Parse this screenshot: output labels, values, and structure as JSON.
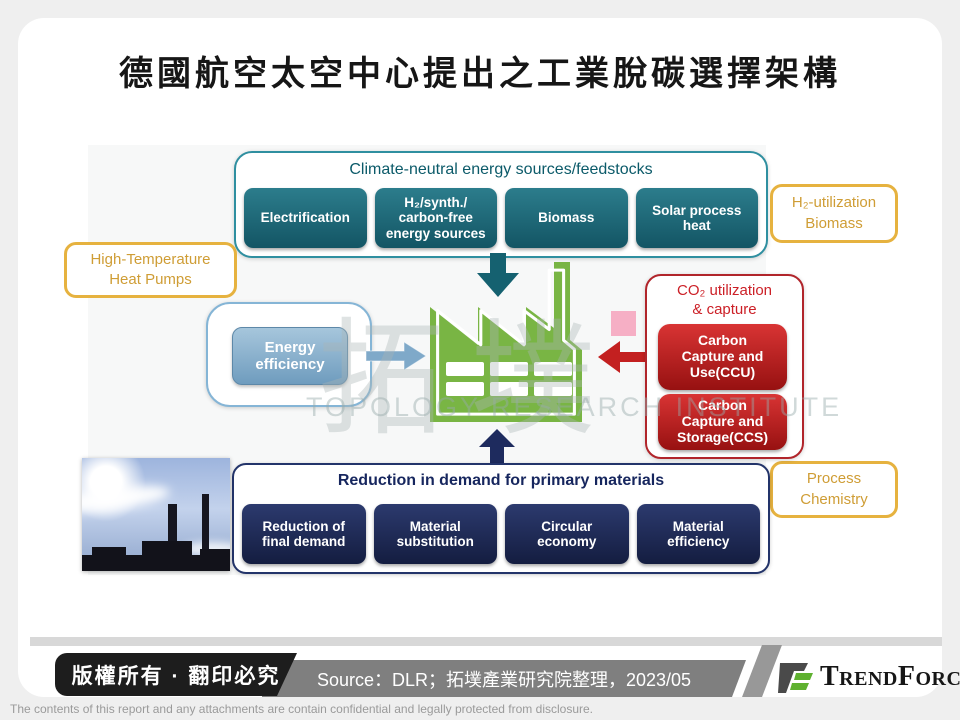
{
  "slide": {
    "title": "德國航空太空中心提出之工業脫碳選擇架構"
  },
  "diagram": {
    "top_group": {
      "heading": "Climate-neutral energy sources/feedstocks",
      "items": [
        {
          "label": "Electrification"
        },
        {
          "label": "H₂/synth./\ncarbon-free\nenergy sources"
        },
        {
          "label": "Biomass"
        },
        {
          "label": "Solar process\nheat"
        }
      ]
    },
    "labels": {
      "h2_utilization": "H₂-utilization\nBiomass",
      "heat_pumps": "High-Temperature\nHeat Pumps",
      "process_chemistry": "Process\nChemistry"
    },
    "energy_efficiency": {
      "label": "Energy\nefficiency"
    },
    "co2_group": {
      "heading": "CO₂ utilization\n& capture",
      "items": [
        {
          "label": "Carbon\nCapture and\nUse(CCU)"
        },
        {
          "label": "Carbon\nCapture and\nStorage(CCS)"
        }
      ]
    },
    "bottom_group": {
      "heading": "Reduction in demand for primary materials",
      "items": [
        {
          "label": "Reduction of\nfinal demand"
        },
        {
          "label": "Material\nsubstitution"
        },
        {
          "label": "Circular\neconomy"
        },
        {
          "label": "Material\nefficiency"
        }
      ]
    },
    "watermark": {
      "cjk": "拓墣",
      "en": "TOPOLOGY RESEARCH INSTITUTE"
    }
  },
  "footer": {
    "copyright": "版權所有 · 翻印必究",
    "source": "Source：DLR；拓墣產業研究院整理，2023/05",
    "brand": "TrendForce",
    "disclaimer": "The contents of this report and any attachments are contain confidential and legally protected from disclosure."
  },
  "colors": {
    "teal_button": "#176575",
    "teal_heading": "#0b5a69",
    "navy_button": "#1e2b5e",
    "red_button": "#c42020",
    "red_heading": "#cc2027",
    "gold": "#d9a43b",
    "factory_green": "#79b544",
    "steel_blue_button": "#7fa9c9",
    "pink_square": "#f6afc5",
    "source_bar": "#7f7f7f",
    "copyright_bar": "#1d1d1d",
    "page_background": "#efefef"
  }
}
